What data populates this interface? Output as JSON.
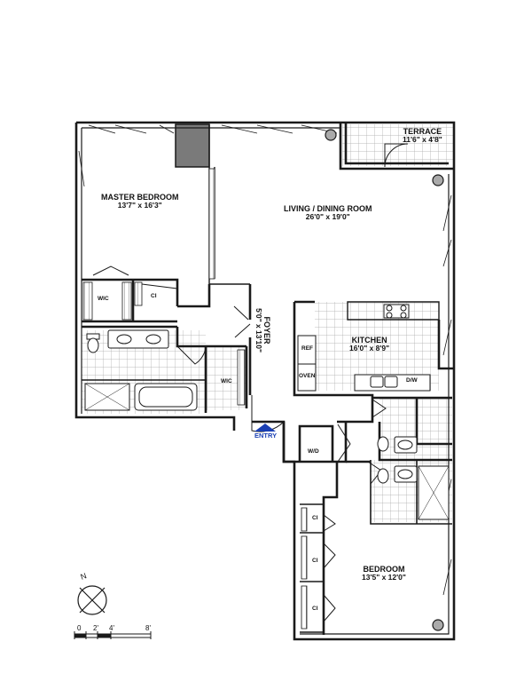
{
  "rooms": {
    "terrace": {
      "name": "TERRACE",
      "dims": "11'6\" x 4'8\""
    },
    "master": {
      "name": "MASTER BEDROOM",
      "dims": "13'7\" x 16'3\""
    },
    "living": {
      "name": "LIVING / DINING ROOM",
      "dims": "26'0\" x 19'0\""
    },
    "foyer": {
      "name": "FOYER",
      "dims": "5'0\" x 13'10\""
    },
    "kitchen": {
      "name": "KITCHEN",
      "dims": "16'0\" x 8'9\""
    },
    "bedroom": {
      "name": "BEDROOM",
      "dims": "13'5\" x 12'0\""
    }
  },
  "fixtures": {
    "wic1": "WIC",
    "ci1": "CI",
    "wic2": "WIC",
    "ref": "REF",
    "oven": "OVEN",
    "dw": "D/W",
    "wd": "W/D",
    "ci2": "CI",
    "ci3": "CI",
    "ci4": "CI"
  },
  "entry": "ENTRY",
  "compass": {
    "north": "N"
  },
  "scale": {
    "ticks": [
      "0",
      "2'",
      "4'",
      "8'"
    ]
  },
  "colors": {
    "wall": "#1a1a1a",
    "tile": "#9a9a9a",
    "entry": "#1a3fb3",
    "shaft": "#7a7a7a"
  }
}
